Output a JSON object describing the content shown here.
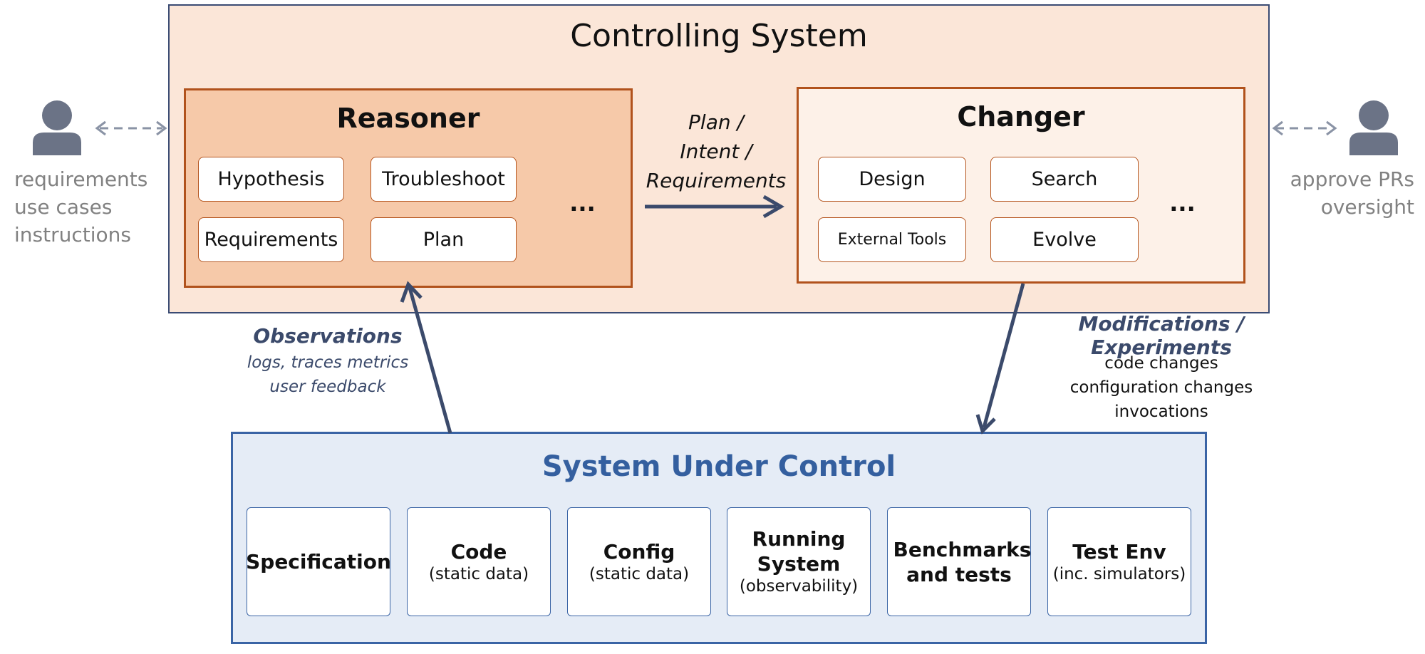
{
  "controlling_system": {
    "title": "Controlling System",
    "reasoner": {
      "title": "Reasoner",
      "items": [
        "Hypothesis",
        "Troubleshoot",
        "Requirements",
        "Plan"
      ],
      "ellipsis": "..."
    },
    "changer": {
      "title": "Changer",
      "items": [
        "Design",
        "Search",
        "External Tools",
        "Evolve"
      ],
      "ellipsis": "..."
    },
    "handoff_label": [
      "Plan /",
      "Intent /",
      "Requirements"
    ]
  },
  "left_person": {
    "icon": "person-icon",
    "lines": [
      "requirements",
      "use cases",
      "instructions"
    ]
  },
  "right_person": {
    "icon": "person-icon",
    "lines": [
      "approve PRs",
      "oversight"
    ]
  },
  "observations": {
    "title": "Observations",
    "lines": [
      "logs, traces metrics",
      "user feedback"
    ]
  },
  "modifications": {
    "title": "Modifications / Experiments",
    "lines": [
      "code changes",
      "configuration changes",
      "invocations"
    ]
  },
  "system_under_control": {
    "title": "System Under Control",
    "components": [
      {
        "title": "Specification",
        "subtitle": ""
      },
      {
        "title": "Code",
        "subtitle": "(static data)"
      },
      {
        "title": "Config",
        "subtitle": "(static data)"
      },
      {
        "title": "Running System",
        "subtitle": "(observability)"
      },
      {
        "title": "Benchmarks and tests",
        "subtitle": ""
      },
      {
        "title": "Test Env",
        "subtitle": "(inc. simulators)"
      }
    ]
  },
  "colors": {
    "controlling_fill": "#fbe6d8",
    "reasoner_fill": "#f6c9a9",
    "orange_border": "#b1521c",
    "navy_border": "#3a4b73",
    "suc_fill": "#e5ecf6",
    "suc_border": "#3a64a5",
    "suc_title": "#345f9f",
    "arrow": "#3b4a6b",
    "person": "#6b7386",
    "muted_text": "#818181"
  }
}
